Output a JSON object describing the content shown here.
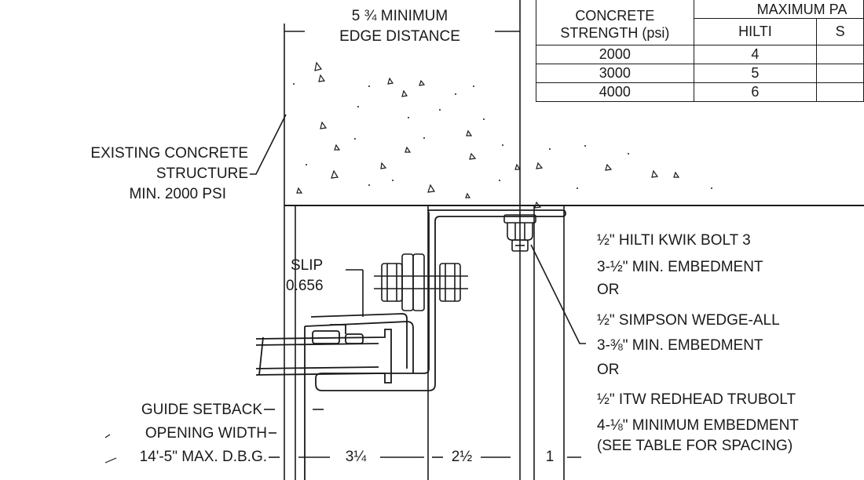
{
  "diagram": {
    "edge_distance": {
      "line1": "5 ¾ MINIMUM",
      "line2": "EDGE DISTANCE"
    },
    "concrete_label": [
      "EXISTING CONCRETE",
      "STRUCTURE",
      "MIN. 2000 PSI"
    ],
    "slip": {
      "label": "SLIP",
      "value": "0.656"
    },
    "anchor_notes": [
      "½\" HILTI KWIK BOLT 3",
      "3-½\" MIN. EMBEDMENT",
      "OR",
      "½\" SIMPSON WEDGE-ALL",
      "3-⅜\" MIN. EMBEDMENT",
      "OR",
      "½\" ITW REDHEAD TRUBOLT",
      "4-⅛\" MINIMUM EMBEDMENT",
      "(SEE TABLE FOR SPACING)"
    ],
    "bottom_labels": {
      "guide_setback": "GUIDE SETBACK",
      "opening_width": "OPENING WIDTH",
      "max_dbg": "14'-5\" MAX. D.B.G."
    },
    "dimensions": {
      "d1": "3¼",
      "d2": "2½",
      "d3": "1"
    }
  },
  "table": {
    "header_col1": [
      "CONCRETE",
      "STRENGTH (psi)"
    ],
    "header_group": "MAXIMUM PA",
    "sub_headers": [
      "HILTI",
      "S"
    ],
    "rows": [
      [
        "2000",
        "4",
        ""
      ],
      [
        "3000",
        "5",
        ""
      ],
      [
        "4000",
        "6",
        ""
      ]
    ]
  }
}
